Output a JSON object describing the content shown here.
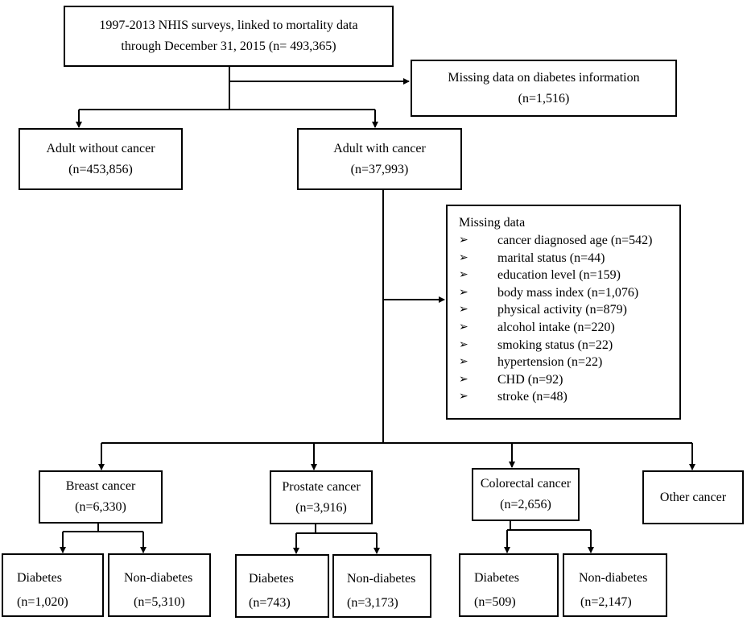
{
  "source": {
    "line1": "1997-2013 NHIS surveys, linked to mortality data",
    "line2": "through December 31, 2015 (n= 493,365)"
  },
  "missing_diabetes": {
    "line1": "Missing data on diabetes information",
    "line2": "(n=1,516)"
  },
  "without_cancer": {
    "line1": "Adult without cancer",
    "line2": "(n=453,856)"
  },
  "with_cancer": {
    "line1": "Adult with cancer",
    "line2": "(n=37,993)"
  },
  "missing_data": {
    "title": "Missing data",
    "bullet": "➢",
    "items": [
      "cancer diagnosed age (n=542)",
      "marital status (n=44)",
      "education level (n=159)",
      "body mass index (n=1,076)",
      "physical activity (n=879)",
      "alcohol intake (n=220)",
      "smoking status (n=22)",
      "hypertension (n=22)",
      "CHD (n=92)",
      "stroke (n=48)"
    ]
  },
  "breast": {
    "line1": "Breast cancer",
    "line2": "(n=6,330)",
    "diabetes": {
      "label": "Diabetes",
      "n": "(n=1,020)"
    },
    "non_diabetes": {
      "label": "Non-diabetes",
      "n": "(n=5,310)"
    }
  },
  "prostate": {
    "line1": "Prostate cancer",
    "line2": "(n=3,916)",
    "diabetes": {
      "label": "Diabetes",
      "n": "(n=743)"
    },
    "non_diabetes": {
      "label": "Non-diabetes",
      "n": "(n=3,173)"
    }
  },
  "colorectal": {
    "line1": "Colorectal cancer",
    "line2": "(n=2,656)",
    "diabetes": {
      "label": "Diabetes",
      "n": "(n=509)"
    },
    "non_diabetes": {
      "label": "Non-diabetes",
      "n": "(n=2,147)"
    }
  },
  "other": {
    "line1": "Other cancer"
  }
}
